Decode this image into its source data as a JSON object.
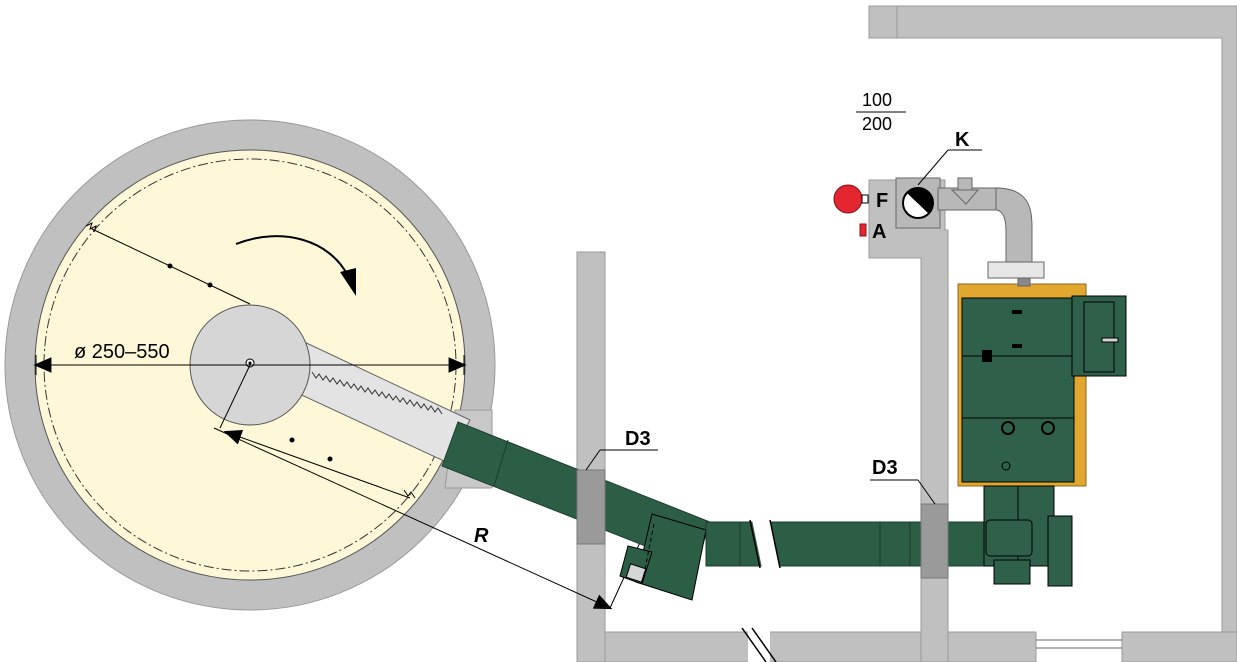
{
  "labels": {
    "diameter": "ø 250–550",
    "radius": "R",
    "duct_left": "D3",
    "duct_right": "D3",
    "flue_k": "K",
    "label_f": "F",
    "label_a": "A",
    "height_top": "100",
    "height_bottom": "200"
  },
  "colors": {
    "wall": "#c0c0c0",
    "silo_fill": "#fff8d8",
    "hub": "#d6d6d6",
    "auger_green": "#2c5e46",
    "boiler_green": "#2f604a",
    "boiler_frame": "#e2a72e",
    "flue_grey": "#b8b8b8",
    "alarm_red": "#e32630"
  },
  "icons": {
    "rotation": "curved-arrow-icon",
    "alarm": "red-circle-icon",
    "damper": "flue-damper-icon"
  }
}
